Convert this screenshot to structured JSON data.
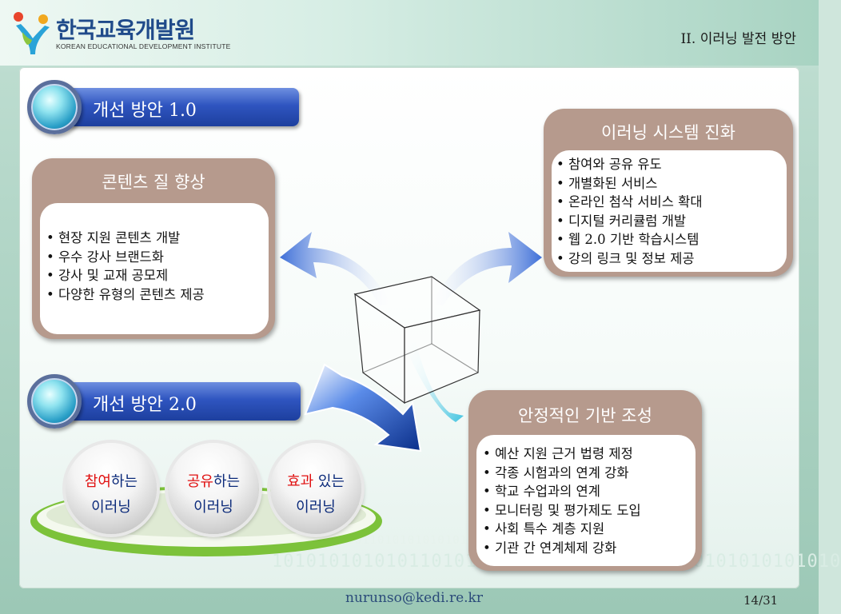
{
  "header": {
    "org_name_ko": "한국교육개발원",
    "org_name_en": "KOREAN EDUCATIONAL DEVELOPMENT INSTITUTE",
    "section_title": "II. 이러닝 발전 방안"
  },
  "sections": {
    "v1": {
      "label": "개선 방안 1.0"
    },
    "v2": {
      "label": "개선 방안 2.0"
    }
  },
  "cards": {
    "content": {
      "title": "콘텐츠 질 향상",
      "items": [
        "현장 지원 콘텐츠 개발",
        "우수 강사 브랜드화",
        "강사 및 교재 공모제",
        "다양한 유형의 콘텐츠 제공"
      ]
    },
    "system": {
      "title": "이러닝 시스템 진화",
      "items": [
        "참여와 공유 유도",
        "개별화된 서비스",
        "온라인 첨삭 서비스 확대",
        "디지털 커리큘럼 개발",
        "웹 2.0 기반 학습시스템",
        "강의 링크 및 정보 제공"
      ]
    },
    "foundation": {
      "title": "안정적인 기반 조성",
      "items": [
        "예산 지원 근거 법령 제정",
        "각종 시험과의 연계 강화",
        "학교 수업과의 연계",
        "모니터링 및 평가제도 도입",
        "사회 특수 계층 지원",
        "기관 간 연계체제 강화"
      ]
    }
  },
  "spheres": [
    {
      "highlight": "참여",
      "rest": "하는",
      "line2": "이러닝"
    },
    {
      "highlight": "공유",
      "rest": "하는",
      "line2": "이러닝"
    },
    {
      "highlight": "효과",
      "rest": " 있는",
      "line2": "이러닝"
    }
  ],
  "footer": {
    "email": "nurunso@kedi.re.kr",
    "page": "14/31"
  },
  "background_binary": "10101010101011010101010101011101110110101010101010"
}
